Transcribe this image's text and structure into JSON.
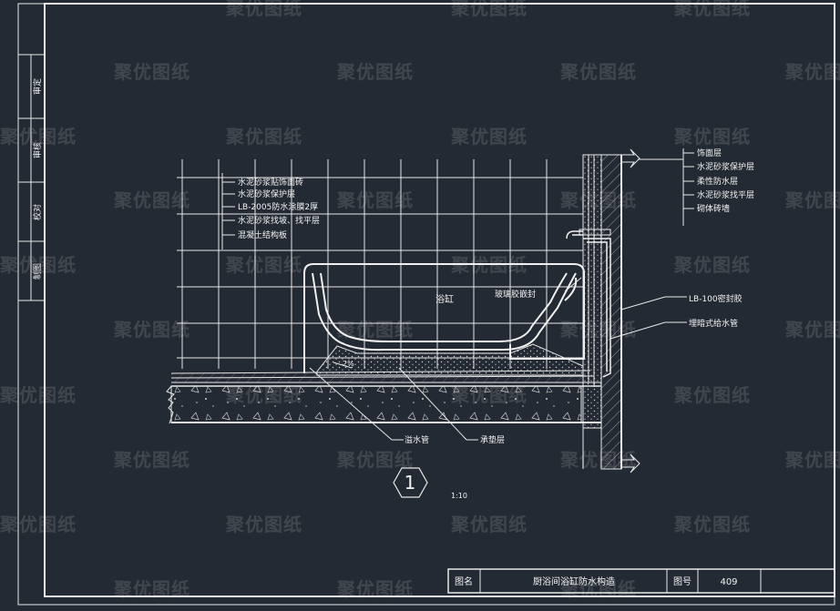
{
  "watermark": "聚优图纸",
  "side_labels": [
    "审定",
    "审核",
    "校对",
    "制图"
  ],
  "title_block": {
    "name_label": "图名",
    "name_value": "厨浴间浴缸防水构造",
    "number_label": "图号",
    "number_value": "409"
  },
  "detail_marker": {
    "number": "1",
    "scale": "1:10"
  },
  "left_callouts": [
    "水泥砂浆贴饰面砖",
    "水泥砂浆保护层",
    "LB-2005防水涂膜2厚",
    "水泥砂浆找坡、找平层",
    "混凝土结构板"
  ],
  "right_callouts": [
    "饰面层",
    "水泥砂浆保护层",
    "柔性防水层",
    "水泥砂浆找平层",
    "砌体砖墙"
  ],
  "labels": {
    "bathtub": "浴缸",
    "sealant_glass": "玻璃胶嵌封",
    "sealant_lb": "LB-100密封胶",
    "pipe": "埋暗式给水管",
    "slope": "2%",
    "drain_pipe": "溢水管",
    "layer_below": "承垫层"
  },
  "colors": {
    "background": "#242a33",
    "line": "#e8e8e8",
    "text": "#f2f2f2"
  }
}
